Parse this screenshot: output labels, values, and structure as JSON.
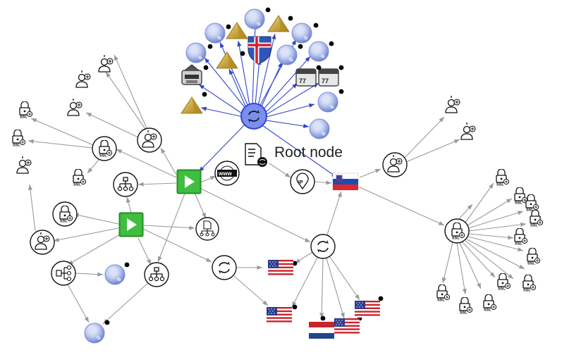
{
  "diagram": {
    "root_label": "Root node",
    "ssl_text": "SSL",
    "www_text": "www",
    "ip_text": "IP",
    "node_types": [
      "root-document",
      "ip-node",
      "flag-slovenia",
      "flag-usa",
      "flag-netherlands",
      "flag-iceland",
      "globe",
      "pyramid",
      "green-play",
      "person-service",
      "ssl-lock",
      "sync",
      "www",
      "network",
      "certificate"
    ],
    "colors": {
      "edge_gray": "#9a9a9a",
      "edge_blue": "#3344cc",
      "hub_fill": "#7a8ef0",
      "globe_fill": "#aebce8",
      "play_green": "#2fa82f",
      "pyramid_gold": "#c9a233"
    }
  }
}
